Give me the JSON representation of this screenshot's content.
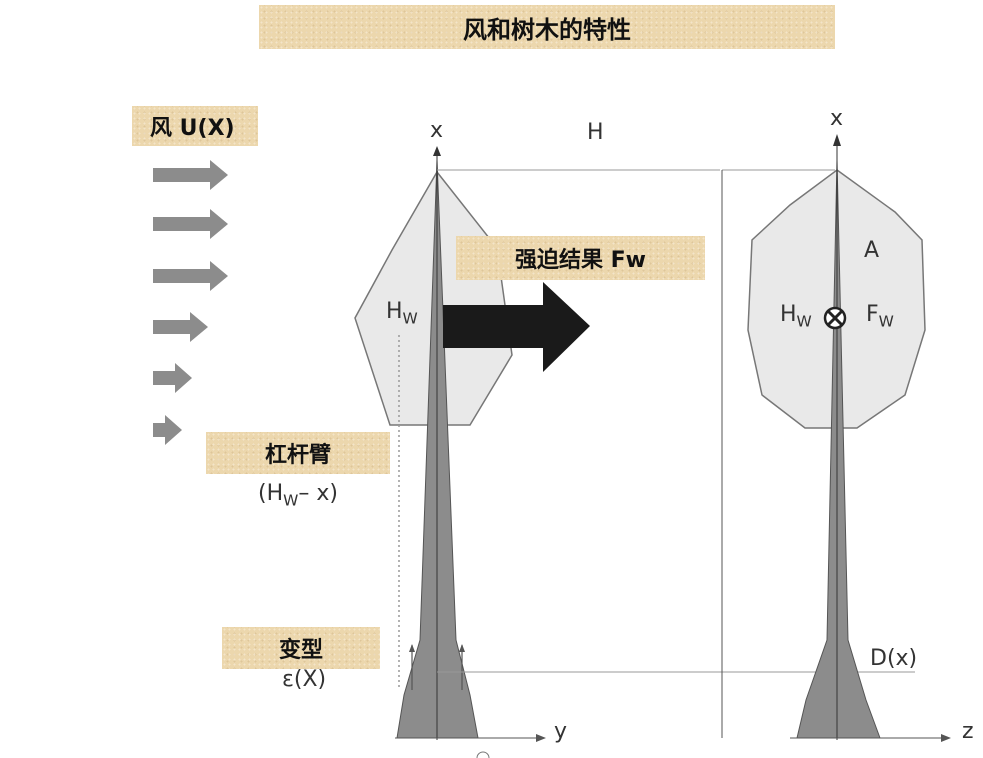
{
  "title": "风和树木的特性",
  "labels": {
    "wind": "风 U(X)",
    "force": "强迫结果 Fw",
    "lever": "杠杆臂",
    "lever_expr_pre": "(H",
    "lever_expr_sub": "W",
    "lever_expr_post": "– x)",
    "deform": "变型",
    "strain": "ε(X)",
    "x_left": "x",
    "x_right": "x",
    "height": "H",
    "hw_main": "H",
    "hw_sub": "W",
    "fw_main": "F",
    "fw_sub": "W",
    "area": "A",
    "diameter": "D(x)",
    "y_axis": "y",
    "z_axis": "z"
  }
}
